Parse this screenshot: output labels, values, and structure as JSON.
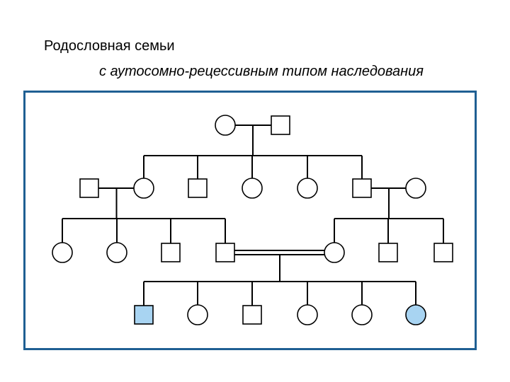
{
  "header": {
    "title": "Родословная семьи",
    "subtitle": "с аутосомно-рецессивным типом наследования"
  },
  "colors": {
    "frame": "#1f5f93",
    "affected": "#a8d4f2",
    "unaffected": "#ffffff",
    "line": "#000000"
  },
  "legend_semantics": {
    "circle": "female",
    "square": "male",
    "filled": "affected",
    "double-line": "consanguineous marriage"
  },
  "pedigree": {
    "generations": [
      {
        "id": "I",
        "members": [
          {
            "id": "I-1",
            "sex": "female",
            "affected": false
          },
          {
            "id": "I-2",
            "sex": "male",
            "affected": false
          }
        ]
      },
      {
        "id": "II",
        "members": [
          {
            "id": "II-spouse-1",
            "sex": "male",
            "affected": false
          },
          {
            "id": "II-1",
            "sex": "female",
            "affected": false
          },
          {
            "id": "II-2",
            "sex": "male",
            "affected": false
          },
          {
            "id": "II-3",
            "sex": "female",
            "affected": false
          },
          {
            "id": "II-4",
            "sex": "female",
            "affected": false
          },
          {
            "id": "II-5",
            "sex": "male",
            "affected": false
          },
          {
            "id": "II-spouse-2",
            "sex": "female",
            "affected": false
          }
        ]
      },
      {
        "id": "III",
        "members": [
          {
            "id": "III-1",
            "sex": "female",
            "affected": false
          },
          {
            "id": "III-2",
            "sex": "female",
            "affected": false
          },
          {
            "id": "III-3",
            "sex": "male",
            "affected": false
          },
          {
            "id": "III-4",
            "sex": "male",
            "affected": false
          },
          {
            "id": "III-5",
            "sex": "female",
            "affected": false
          },
          {
            "id": "III-6",
            "sex": "male",
            "affected": false
          },
          {
            "id": "III-7",
            "sex": "male",
            "affected": false
          }
        ]
      },
      {
        "id": "IV",
        "members": [
          {
            "id": "IV-1",
            "sex": "male",
            "affected": true
          },
          {
            "id": "IV-2",
            "sex": "female",
            "affected": false
          },
          {
            "id": "IV-3",
            "sex": "male",
            "affected": false
          },
          {
            "id": "IV-4",
            "sex": "female",
            "affected": false
          },
          {
            "id": "IV-5",
            "sex": "female",
            "affected": false
          },
          {
            "id": "IV-6",
            "sex": "female",
            "affected": true
          }
        ]
      }
    ],
    "unions": [
      {
        "partners": [
          "I-1",
          "I-2"
        ],
        "children": [
          "II-1",
          "II-2",
          "II-3",
          "II-4",
          "II-5"
        ],
        "consanguineous": false
      },
      {
        "partners": [
          "II-spouse-1",
          "II-1"
        ],
        "children": [
          "III-1",
          "III-2",
          "III-3",
          "III-4"
        ],
        "consanguineous": false
      },
      {
        "partners": [
          "II-5",
          "II-spouse-2"
        ],
        "children": [
          "III-5",
          "III-6",
          "III-7"
        ],
        "consanguineous": false
      },
      {
        "partners": [
          "III-4",
          "III-5"
        ],
        "children": [
          "IV-1",
          "IV-2",
          "IV-3",
          "IV-4",
          "IV-5",
          "IV-6"
        ],
        "consanguineous": true
      }
    ]
  }
}
